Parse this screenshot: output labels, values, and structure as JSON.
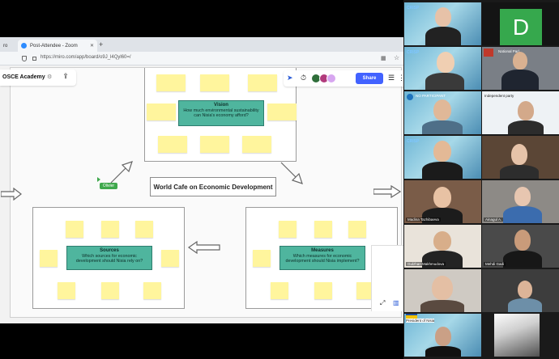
{
  "browser": {
    "tabs": [
      {
        "label": "ro",
        "active": false
      },
      {
        "label": "Post-Attendee - Zoom",
        "active": true
      }
    ],
    "new_tab_symbol": "+",
    "url": "https://miro.com/app/board/o9J_l4Qyl60=/"
  },
  "miro": {
    "board_name": "OSCE Academy",
    "share_label": "Share",
    "main_title": "World Cafe on Economic Development",
    "cursor_user": "Olivier",
    "vision": {
      "title": "Vision",
      "question": "How much environmental sustainability can Nisia's economy afford?"
    },
    "sources": {
      "title": "Sources",
      "question": "Which sources for economic development should Nisia rely on?"
    },
    "measures": {
      "title": "Measures",
      "question": "Which measures for economic development should Nisia implement?"
    },
    "colors": {
      "sticky": "#fff59d",
      "question_box": "#4fb59e",
      "share_button": "#4262ff"
    }
  },
  "zoom": {
    "participants": [
      {
        "name": "",
        "badge": "CRISP"
      },
      {
        "name": "",
        "initial": "D"
      },
      {
        "name": "",
        "badge": "CRISP"
      },
      {
        "name": "",
        "label": "National Parl..."
      },
      {
        "name": "",
        "label": "NO PARTICIPANT"
      },
      {
        "name": "",
        "label": "Independent party"
      },
      {
        "name": "",
        "badge": "CRISP"
      },
      {
        "name": "",
        "label": ""
      },
      {
        "name": "Madina Tazhibaeva",
        "label": ""
      },
      {
        "name": "Ainagul A.",
        "label": ""
      },
      {
        "name": "Gulzhan Makhmudova",
        "label": ""
      },
      {
        "name": "Mehdi Gadi",
        "label": ""
      },
      {
        "name": "",
        "label": ""
      },
      {
        "name": "",
        "label": ""
      },
      {
        "name": "",
        "label": "President of Nisia"
      },
      {
        "name": "",
        "label": ""
      }
    ]
  }
}
